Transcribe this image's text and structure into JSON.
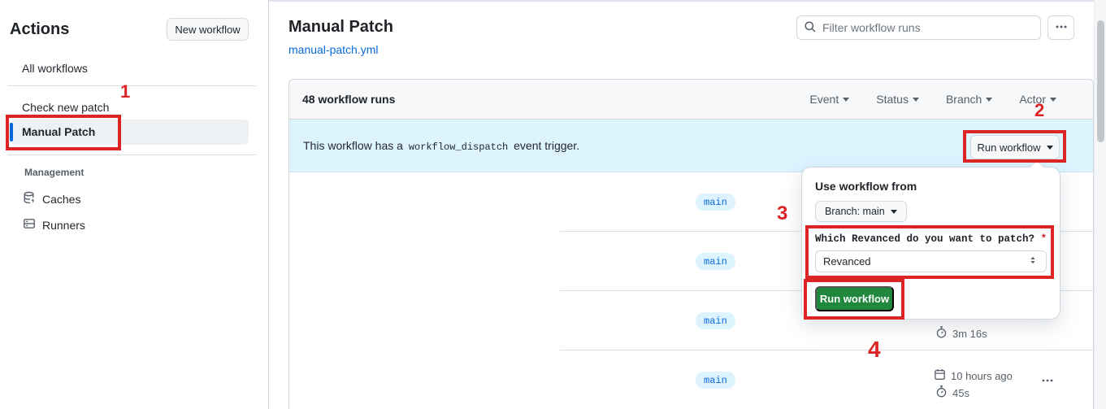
{
  "sidebar": {
    "title": "Actions",
    "new_workflow_button": "New workflow",
    "items": [
      {
        "label": "All workflows"
      },
      {
        "label": "Check new patch"
      },
      {
        "label": "Manual Patch",
        "selected": true
      }
    ],
    "management": {
      "label": "Management",
      "items": [
        {
          "label": "Caches",
          "icon": "cache-database-icon"
        },
        {
          "label": "Runners",
          "icon": "runners-server-icon"
        }
      ]
    }
  },
  "header": {
    "title": "Manual Patch",
    "file_link": "manual-patch.yml",
    "filter_placeholder": "Filter workflow runs"
  },
  "table": {
    "runs_count_label": "48 workflow runs",
    "filters": [
      {
        "label": "Event"
      },
      {
        "label": "Status"
      },
      {
        "label": "Branch"
      },
      {
        "label": "Actor"
      }
    ],
    "banner": {
      "text_before": "This workflow has a",
      "code": "workflow_dispatch",
      "text_after": "event trigger.",
      "run_workflow_button": "Run workflow"
    },
    "rows": [
      {
        "branch": "main"
      },
      {
        "branch": "main"
      },
      {
        "branch": "main",
        "duration": "3m 16s"
      },
      {
        "branch": "main",
        "time": "10 hours ago",
        "duration": "45s"
      }
    ]
  },
  "popup": {
    "title": "Use workflow from",
    "branch_button": "Branch: main",
    "input_label": "Which Revanced do you want to patch?",
    "required_marker": "*",
    "select_value": "Revanced",
    "run_button": "Run workflow"
  },
  "annotations": {
    "steps": [
      "1",
      "2",
      "3",
      "4"
    ]
  },
  "colors": {
    "accent_blue": "#0969da",
    "banner_bg": "#ddf4ff",
    "annotation_red": "#dc2424",
    "run_button_green": "#1f883d"
  }
}
